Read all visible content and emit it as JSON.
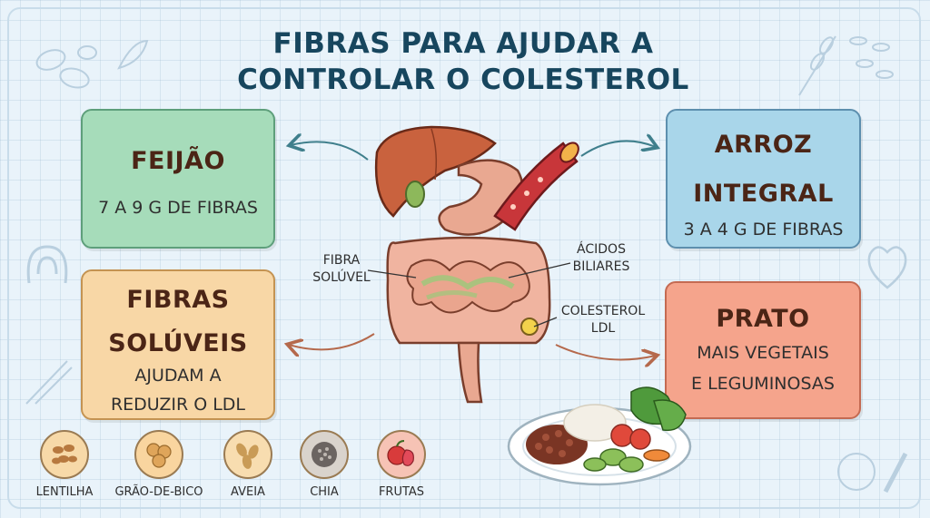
{
  "title_lines": [
    "FIBRAS PARA AJUDAR A",
    "CONTROLAR O COLESTEROL"
  ],
  "cards": {
    "feijao": {
      "title": [
        "FEIJÃO"
      ],
      "subtitle": [
        "7 A 9 G DE FIBRAS"
      ]
    },
    "arroz": {
      "title": [
        "ARROZ",
        "INTEGRAL"
      ],
      "subtitle": [
        "3 A 4 G DE FIBRAS"
      ]
    },
    "fibras": {
      "title": [
        "FIBRAS",
        "SOLÚVEIS"
      ],
      "subtitle": [
        "AJUDAM A",
        "REDUZIR O LDL"
      ]
    },
    "prato": {
      "title": [
        "PRATO"
      ],
      "subtitle": [
        "MAIS VEGETAIS",
        "E LEGUMINOSAS"
      ]
    }
  },
  "labels": {
    "fibra": [
      "FIBRA",
      "SOLÚVEL"
    ],
    "acidos": [
      "ÁCIDOS",
      "BILIARES"
    ],
    "colesterol": [
      "COLESTEROL",
      "LDL"
    ]
  },
  "foods": [
    {
      "name": "LENTILHA",
      "icon": "lentil-icon",
      "color": "#f7d9a8"
    },
    {
      "name": "GRÃO-DE-BICO",
      "icon": "chickpea-icon",
      "color": "#f9d59f"
    },
    {
      "name": "AVEIA",
      "icon": "oat-icon",
      "color": "#f8ddb0"
    },
    {
      "name": "CHIA",
      "icon": "chia-icon",
      "color": "#d9d3cc"
    },
    {
      "name": "FRUTAS",
      "icon": "fruit-icon",
      "color": "#f6c3b5"
    }
  ],
  "colors": {
    "title": "#17465e",
    "feijao": "#a6dcba",
    "arroz": "#a9d6ea",
    "fibras": "#f8d7a6",
    "prato": "#f5a48c"
  }
}
